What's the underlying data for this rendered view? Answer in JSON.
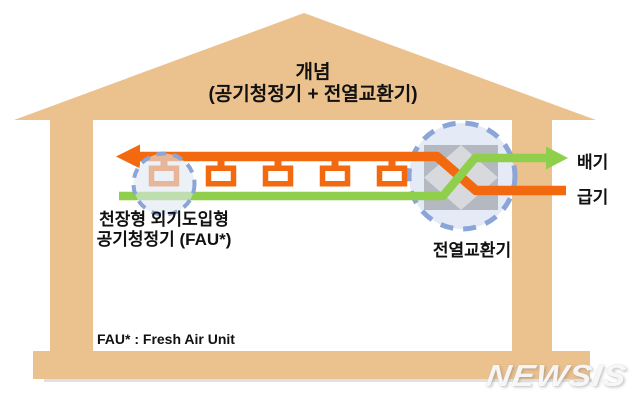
{
  "title": {
    "line1": "개념",
    "line2": "(공기청정기 + 전열교환기)"
  },
  "labels": {
    "fau_line1": "천장형 외기도입형",
    "fau_line2": "공기청정기 (FAU*)",
    "heat_exchanger": "전열교환기",
    "exhaust": "배기",
    "supply": "급기",
    "footnote": "FAU* : Fresh Air Unit"
  },
  "watermark": "NEWSIS",
  "colors": {
    "house": "#EBC18E",
    "orange": "#F2690F",
    "green": "#8FCF4B",
    "dash-blue": "#8AA5D6",
    "circle-fill": "#DFE8F4",
    "hx-box": "#B4B8C0",
    "hx-diamond": "#D7D9DD",
    "text": "#111111"
  }
}
